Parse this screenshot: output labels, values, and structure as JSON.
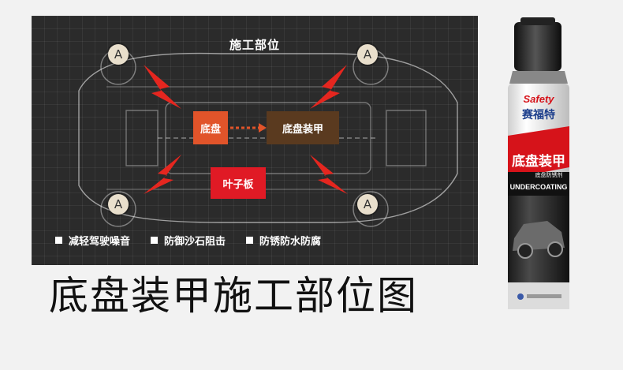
{
  "diagram": {
    "title": "施工部位",
    "marker_letter": "A",
    "boxes": {
      "chassis": "底盘",
      "armor": "底盘装甲",
      "fender": "叶子板"
    },
    "features": [
      "减轻驾驶噪音",
      "防御沙石阻击",
      "防锈防水防腐"
    ]
  },
  "caption": "底盘装甲施工部位图",
  "product": {
    "brand_logo_text": "Safety",
    "brand_cn": "赛福特",
    "product_name": "底盘装甲",
    "product_subtitle": "底盘防锈剂",
    "product_en": "UNDERCOATING"
  },
  "colors": {
    "panel_bg": "#2b2b2b",
    "chassis_box": "#e1542a",
    "armor_box": "#5a3a1f",
    "fender_box": "#e01a25",
    "arrow_red": "#e5261f"
  }
}
